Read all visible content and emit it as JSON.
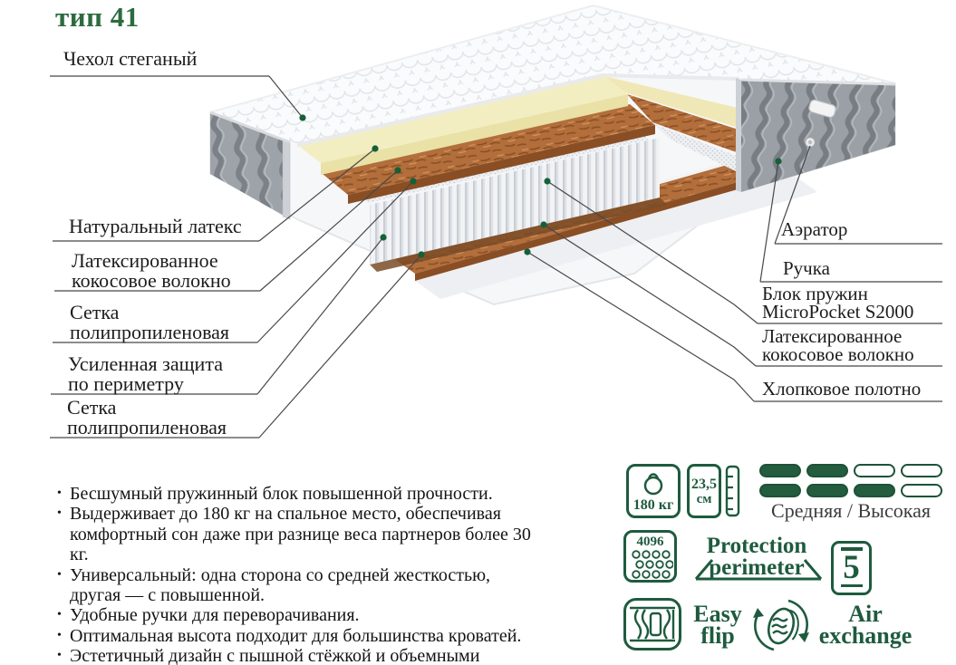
{
  "title": "тип 41",
  "colors": {
    "accent_green": "#1e5b3e",
    "title_green": "#2d6b3f",
    "callout_line": "#48484a",
    "dot_green": "#156038",
    "coir_brown": "#b26e3b",
    "latex_cream": "#f3eec2",
    "panel_gray": "#9da3a8"
  },
  "callouts": {
    "left": [
      {
        "lines": [
          "Чехол стеганый"
        ]
      },
      {
        "lines": [
          "Натуральный латекс"
        ]
      },
      {
        "lines": [
          "Латексированное",
          "кокосовое волокно"
        ]
      },
      {
        "lines": [
          "Сетка",
          "полипропиленовая"
        ]
      },
      {
        "lines": [
          "Усиленная защита",
          "по периметру"
        ]
      },
      {
        "lines": [
          "Сетка",
          "полипропиленовая"
        ]
      }
    ],
    "right": [
      {
        "lines": [
          "Аэратор"
        ]
      },
      {
        "lines": [
          "Ручка"
        ]
      },
      {
        "lines": [
          "Блок пружин",
          "MicroPocket S2000"
        ]
      },
      {
        "lines": [
          "Латексированное",
          "кокосовое волокно"
        ]
      },
      {
        "lines": [
          "Хлопковое полотно"
        ]
      }
    ]
  },
  "features": [
    "Бесшумный пружинный блок повышенной прочности.",
    "Выдерживает до 180 кг на спальное место, обеспечивая комфортный сон даже при разнице веса партнеров более 30 кг.",
    "Универсальный: одна сторона со средней жесткостью, другая — с повышенной.",
    "Удобные ручки для переворачивания.",
    "Оптимальная высота подходит для большинства кроватей.",
    "Эстетичный дизайн с пышной стёжкой и объемными боковыми гранями."
  ],
  "badges": {
    "weight": {
      "label": "180 кг"
    },
    "height": {
      "value": "23,5",
      "unit": "см"
    },
    "firmness": {
      "label": "Средняя / Высокая",
      "scale_top": [
        1,
        1,
        0,
        0
      ],
      "scale_bottom": [
        1,
        1,
        1,
        0
      ]
    },
    "springs_count": {
      "value": "4096"
    },
    "protection": {
      "line1": "Protection",
      "line2": "perimeter"
    },
    "warranty": {
      "value": "5"
    },
    "easy_flip": {
      "line1": "Easy",
      "line2": "flip"
    },
    "air_exchange": {
      "line1": "Air",
      "line2": "exchange"
    }
  }
}
